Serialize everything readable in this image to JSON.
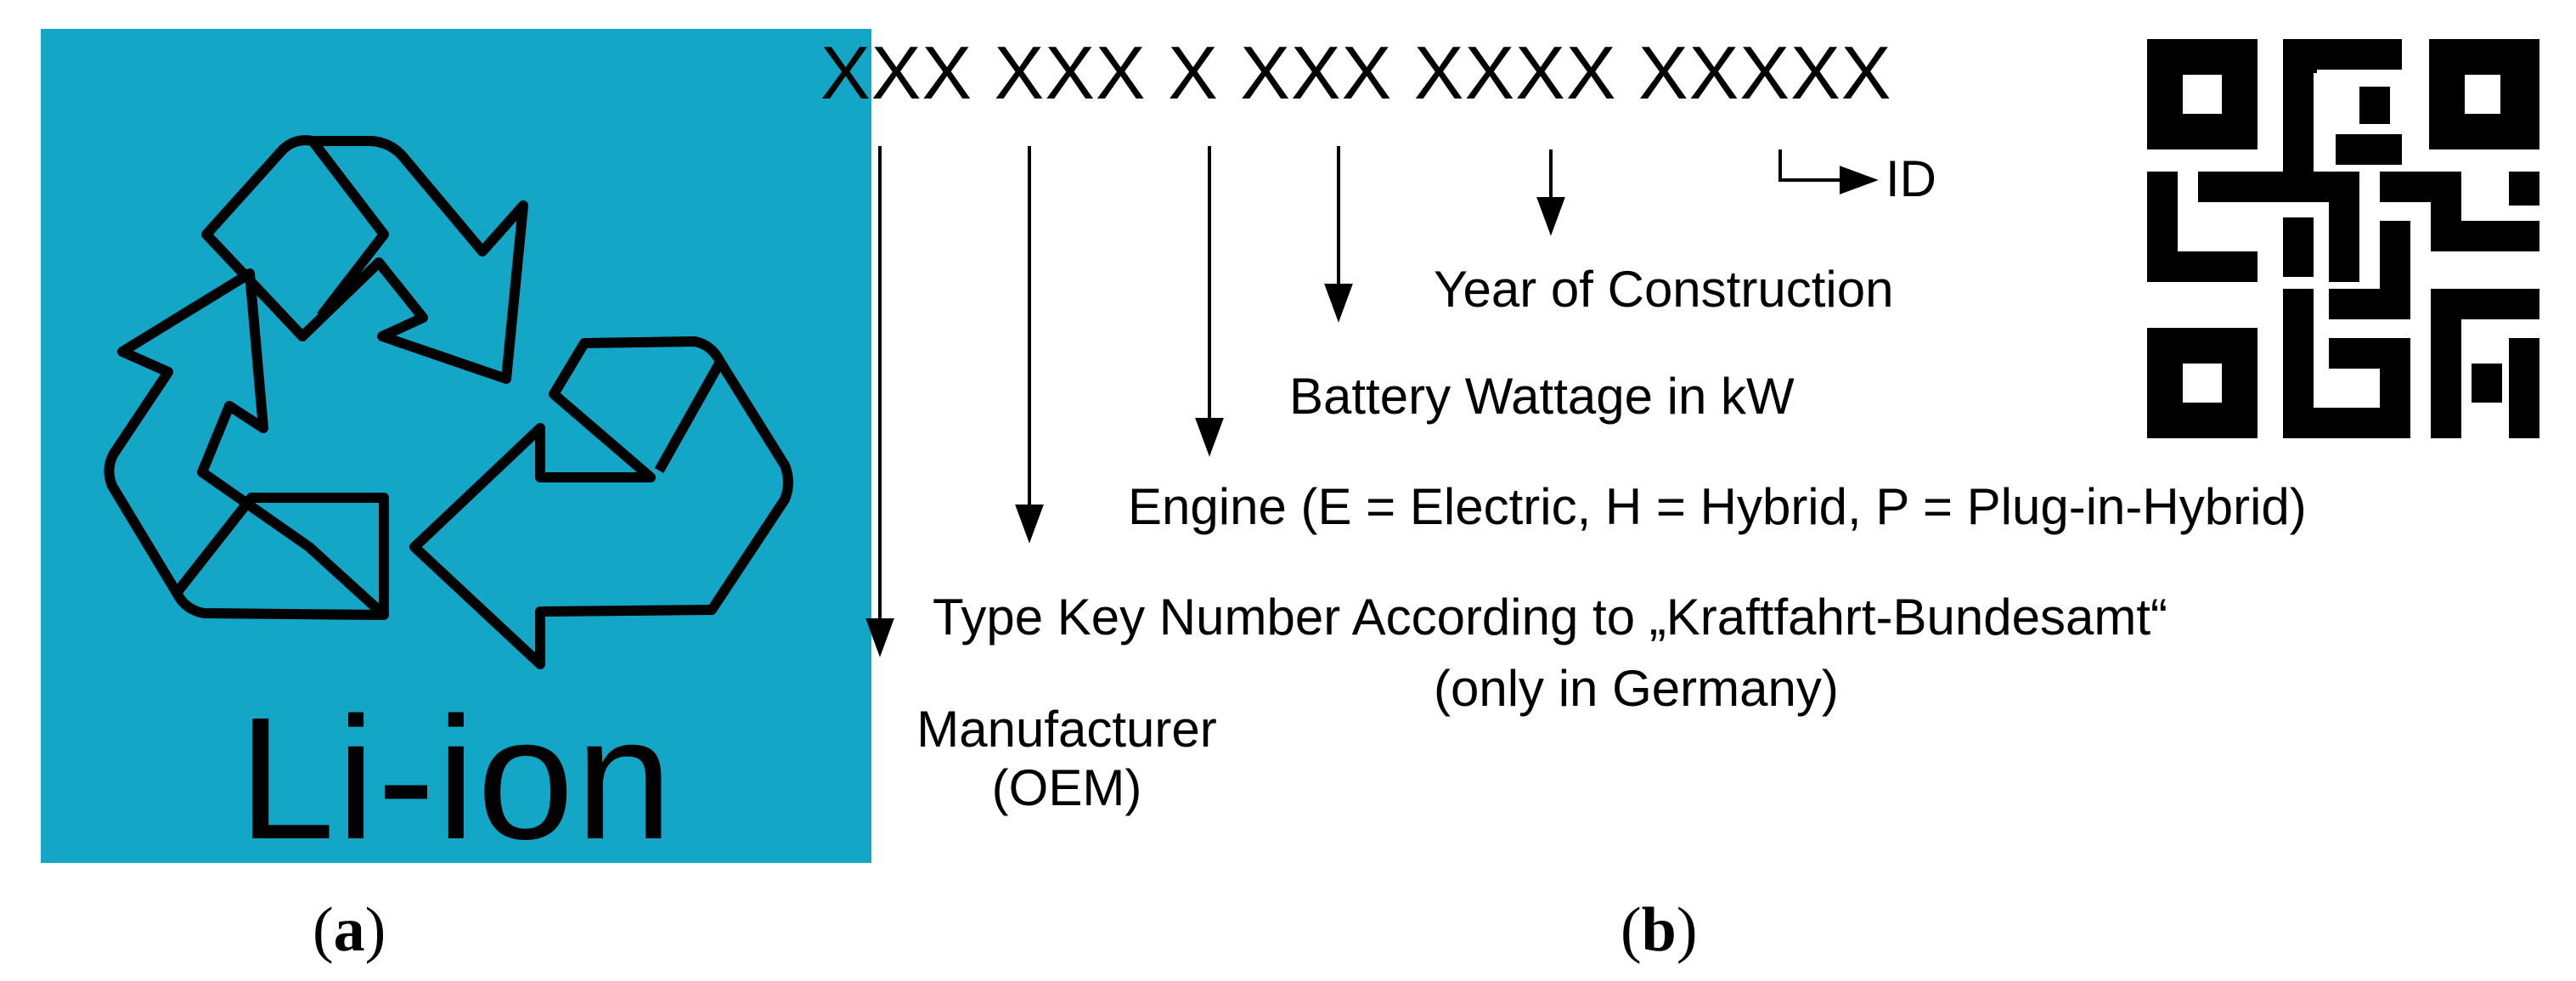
{
  "panel_a": {
    "icon": "recycle-icon",
    "background_color": "#14a6c7",
    "label": "Li-ion",
    "caption_letter": "a"
  },
  "panel_b": {
    "code_format": "XXX XXX X XXX XXXX XXXXX",
    "labels": {
      "id": "ID",
      "year": "Year of Construction",
      "wattage": "Battery Wattage in kW",
      "engine": "Engine (E = Electric, H = Hybrid, P = Plug-in-Hybrid)",
      "type_key_line1": "Type Key Number According to „Kraftfahrt-Bundesamt“",
      "type_key_line2": "(only in Germany)",
      "manufacturer_line1": "Manufacturer",
      "manufacturer_line2": "(OEM)"
    },
    "qr_icon": "qr-code-icon",
    "caption_letter": "b"
  }
}
